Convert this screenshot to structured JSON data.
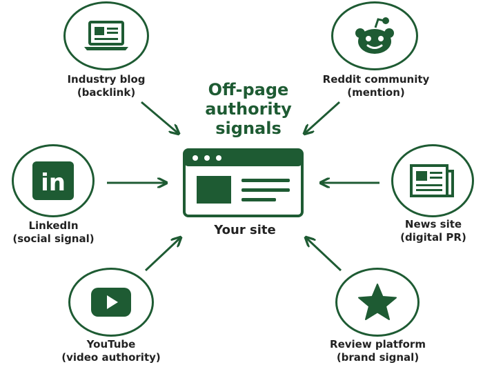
{
  "title": {
    "line1": "Off-page",
    "line2": "authority",
    "line3": "signals"
  },
  "center": {
    "label": "Your site",
    "icon": "browser-window-icon"
  },
  "colors": {
    "accent": "#1e5b33"
  },
  "sources": {
    "blog": {
      "line1": "Industry blog",
      "line2": "(backlink)",
      "icon": "laptop-icon"
    },
    "reddit": {
      "line1": "Reddit community",
      "line2": "(mention)",
      "icon": "reddit-icon"
    },
    "linkedin": {
      "line1": "LinkedIn",
      "line2": "(social signal)",
      "icon": "linkedin-icon",
      "icon_text": "in"
    },
    "news": {
      "line1": "News site",
      "line2": "(digital PR)",
      "icon": "newspaper-icon"
    },
    "youtube": {
      "line1": "YouTube",
      "line2": "(video authority)",
      "icon": "youtube-icon"
    },
    "review": {
      "line1": "Review platform",
      "line2": "(brand signal)",
      "icon": "star-icon"
    }
  }
}
